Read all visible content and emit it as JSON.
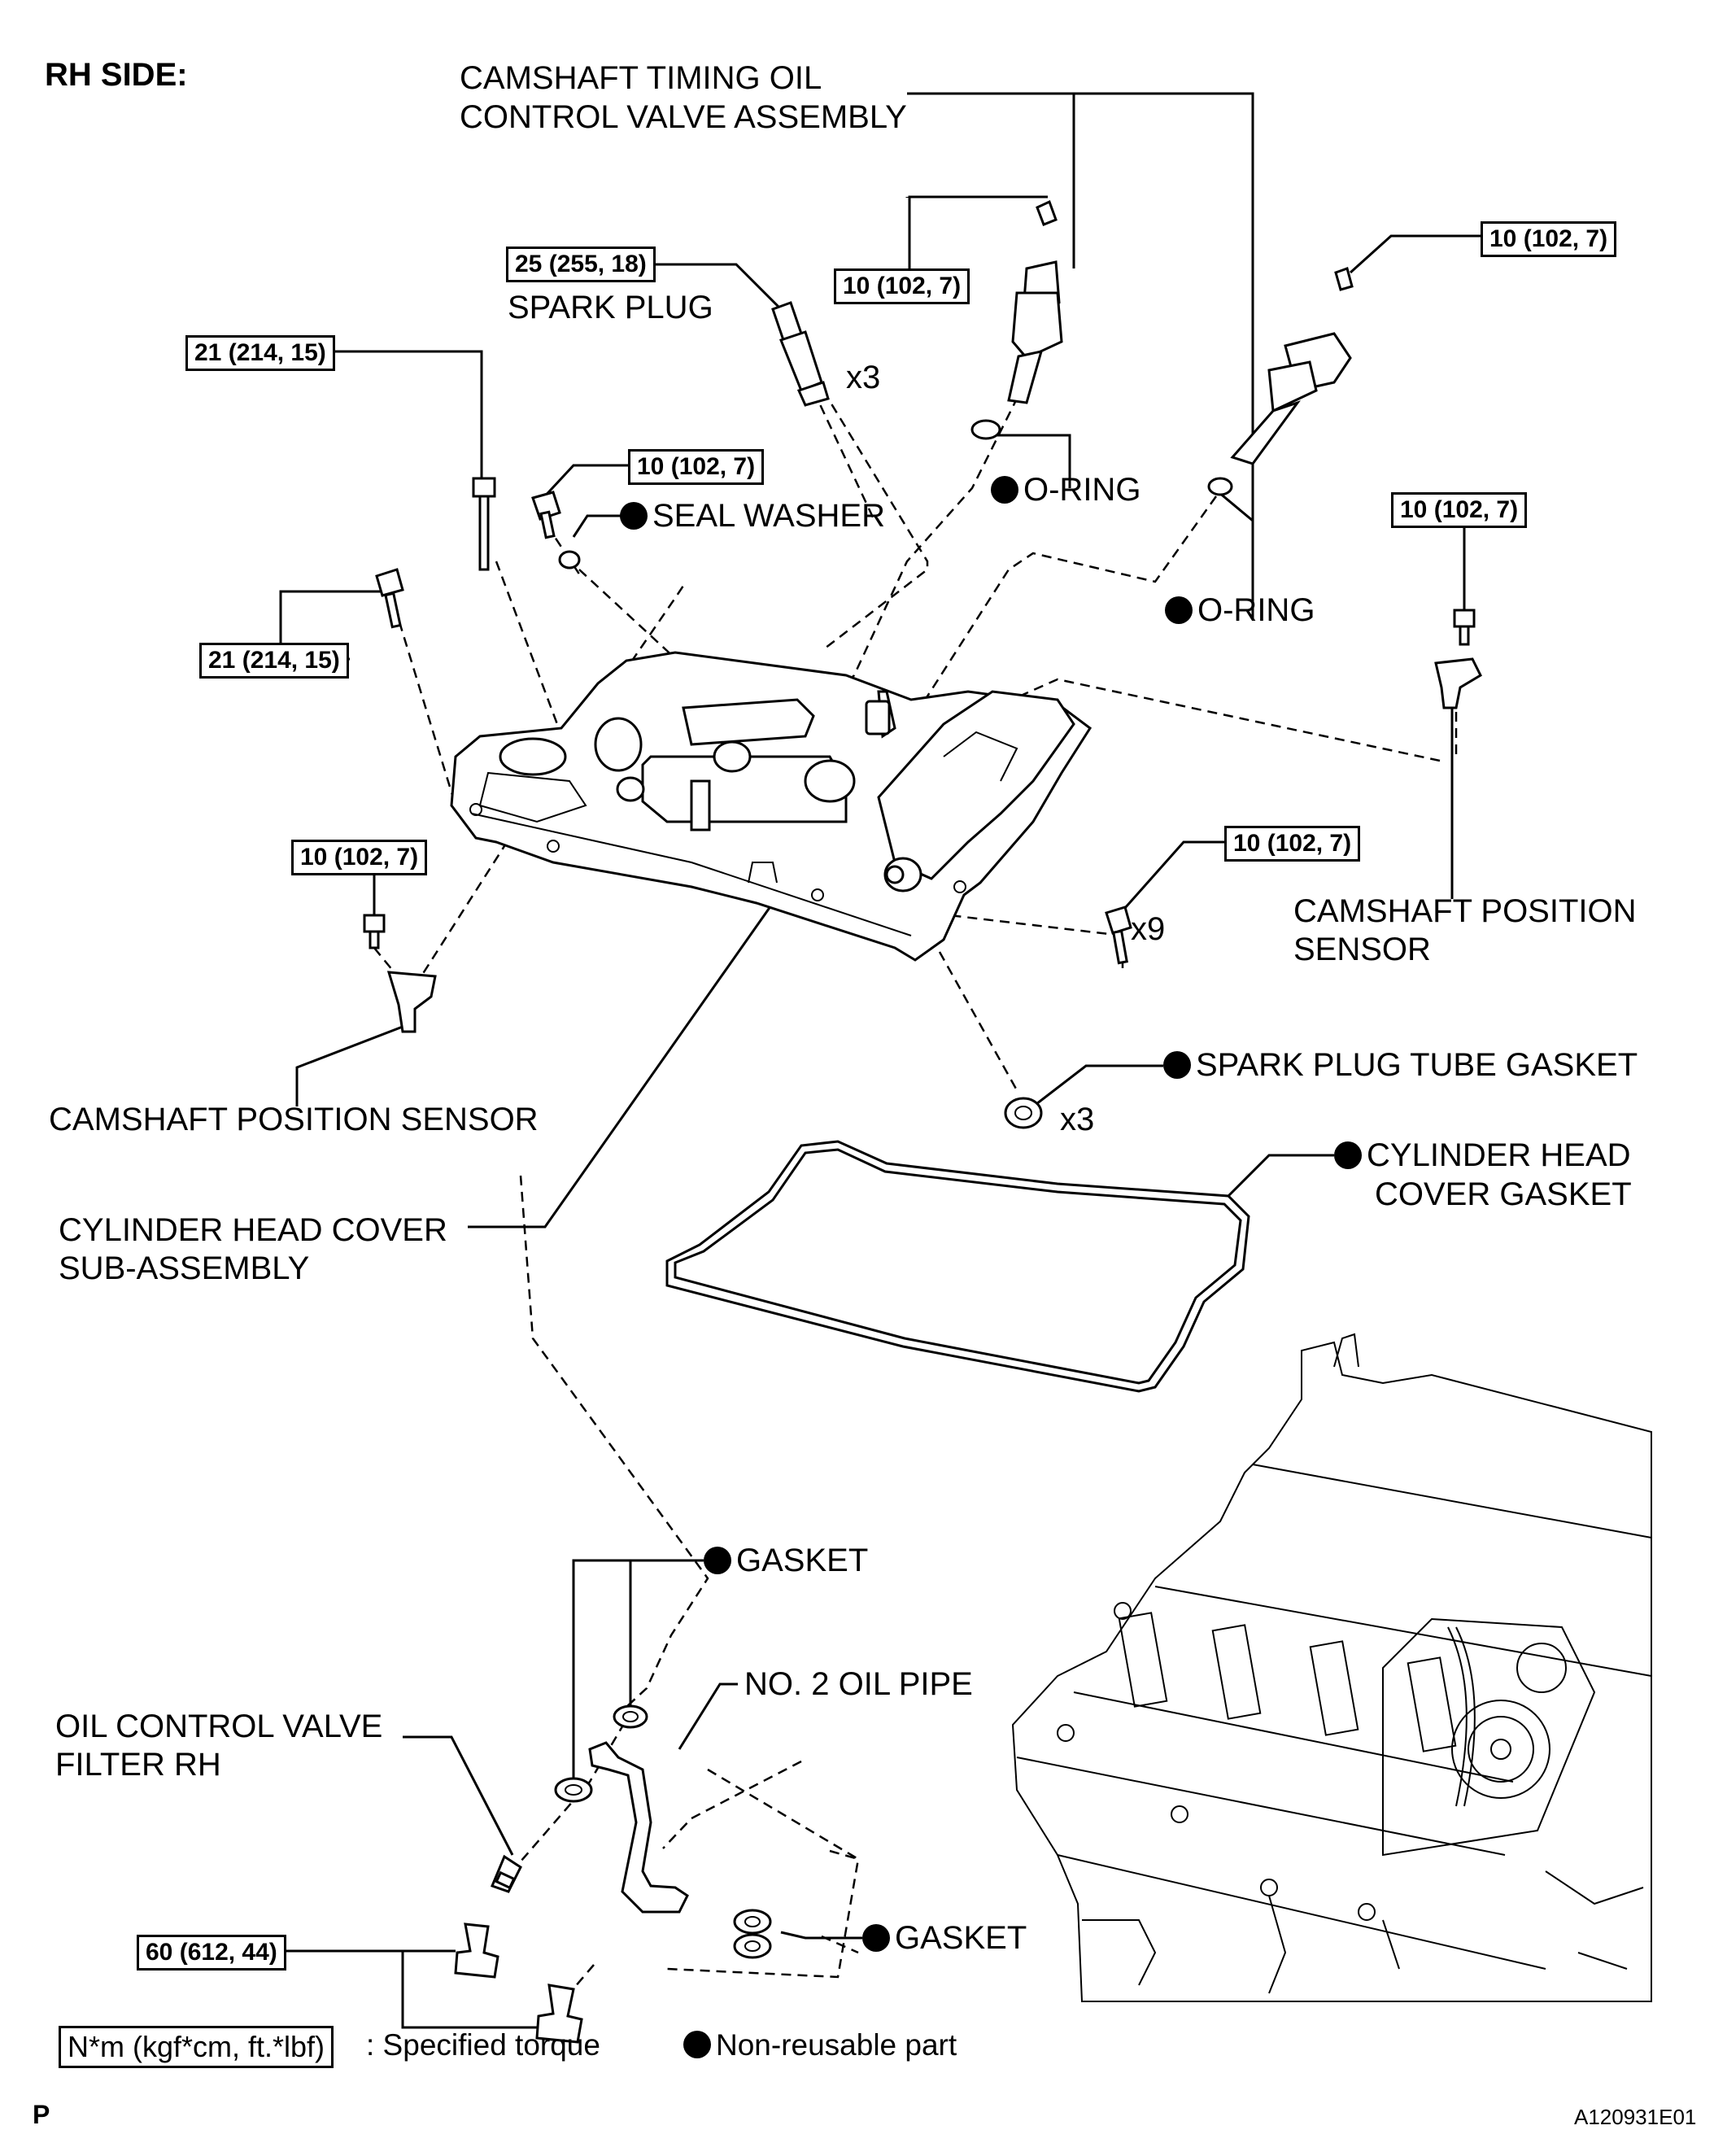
{
  "header": {
    "side_label": "RH SIDE:"
  },
  "labels": {
    "ocv_assembly_line1": "CAMSHAFT TIMING OIL",
    "ocv_assembly_line2": "CONTROL VALVE ASSEMBLY",
    "spark_plug": "SPARK PLUG",
    "seal_washer": "SEAL WASHER",
    "o_ring_1": "O-RING",
    "o_ring_2": "O-RING",
    "cam_sensor_right_line1": "CAMSHAFT POSITION",
    "cam_sensor_right_line2": "SENSOR",
    "cam_sensor_left": "CAMSHAFT POSITION SENSOR",
    "spark_plug_tube_gasket": "SPARK PLUG TUBE GASKET",
    "head_cover_gasket_line1": "CYLINDER HEAD",
    "head_cover_gasket_line2": "COVER GASKET",
    "head_cover_line1": "CYLINDER HEAD COVER",
    "head_cover_line2": "SUB-ASSEMBLY",
    "gasket_upper": "GASKET",
    "oil_pipe": "NO. 2 OIL PIPE",
    "ocv_filter_line1": "OIL CONTROL VALVE",
    "ocv_filter_line2": "FILTER RH",
    "gasket_lower": "GASKET"
  },
  "quantities": {
    "spark_plug_qty": "x3",
    "cover_bolt_qty": "x9",
    "tube_gasket_qty": "x3"
  },
  "torques": {
    "spark_plug": "25 (255, 18)",
    "ocv_bolt_left": "10 (102, 7)",
    "ocv_bolt_right": "10 (102, 7)",
    "stud_bolt_upper": "21 (214, 15)",
    "stud_bolt_lower": "21 (214, 15)",
    "cover_bolt_seal": "10 (102, 7)",
    "sensor_bolt_right": "10 (102, 7)",
    "sensor_bolt_left": "10 (102, 7)",
    "cover_bolts": "10 (102, 7)",
    "union_bolt": "60 (612, 44)"
  },
  "legend": {
    "torque_box": "N*m (kgf*cm, ft.*lbf)",
    "torque_text": ": Specified torque",
    "nonreusable_text": "Non-reusable part"
  },
  "footer": {
    "corner_letter": "P",
    "figure_id": "A120931E01"
  }
}
